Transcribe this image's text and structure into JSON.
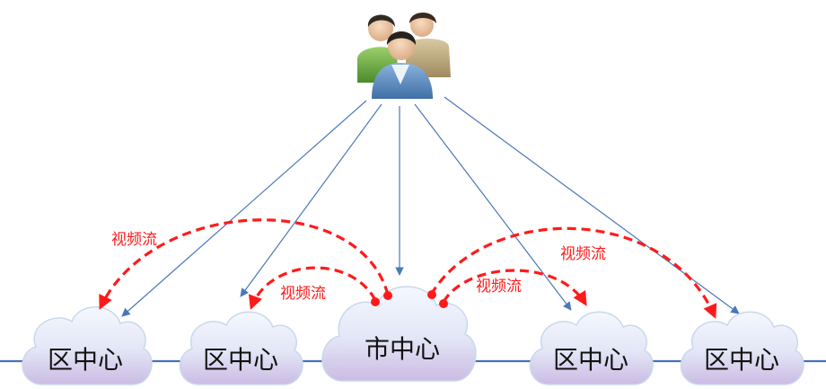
{
  "colors": {
    "stream": "#ff1a1a",
    "request_arrow": "#4a78b8",
    "network_line": "#4a6fb5",
    "cloud_fill_top": "#f2f7fd",
    "cloud_fill_bottom": "#cfc0e6",
    "cloud_stroke": "#c9d8ec",
    "label_text": "#111111"
  },
  "icons": {
    "users": "group-of-users-icon"
  },
  "nodes": {
    "district_1": {
      "label": "区中心"
    },
    "district_2": {
      "label": "区中心"
    },
    "city": {
      "label": "市中心"
    },
    "district_3": {
      "label": "区中心"
    },
    "district_4": {
      "label": "区中心"
    }
  },
  "stream_labels": {
    "left_outer": "视频流",
    "left_inner": "视频流",
    "right_outer": "视频流",
    "right_inner": "视频流"
  }
}
